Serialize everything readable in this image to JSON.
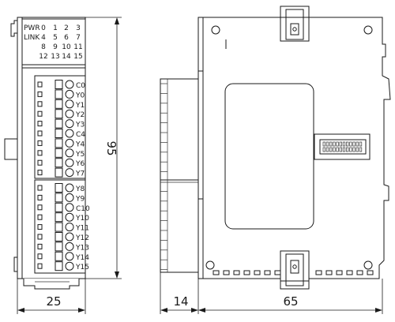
{
  "front_view": {
    "status_leds": {
      "rows": [
        [
          "PWR",
          "0",
          "1",
          "2",
          "3"
        ],
        [
          "LINK",
          "4",
          "5",
          "6",
          "7"
        ],
        [
          "",
          "8",
          "9",
          "10",
          "11"
        ],
        [
          "",
          "12",
          "13",
          "14",
          "15"
        ]
      ]
    },
    "terminal_labels_upper": [
      "C0",
      "Y0",
      "Y1",
      "Y2",
      "Y3",
      "C4",
      "Y4",
      "Y5",
      "Y6",
      "Y7"
    ],
    "terminal_labels_lower": [
      "Y8",
      "Y9",
      "C10",
      "Y10",
      "Y11",
      "Y12",
      "Y13",
      "Y14",
      "Y15"
    ]
  },
  "dimensions": {
    "height": "95",
    "front_width": "25",
    "side_depth_left": "14",
    "side_depth": "65"
  }
}
